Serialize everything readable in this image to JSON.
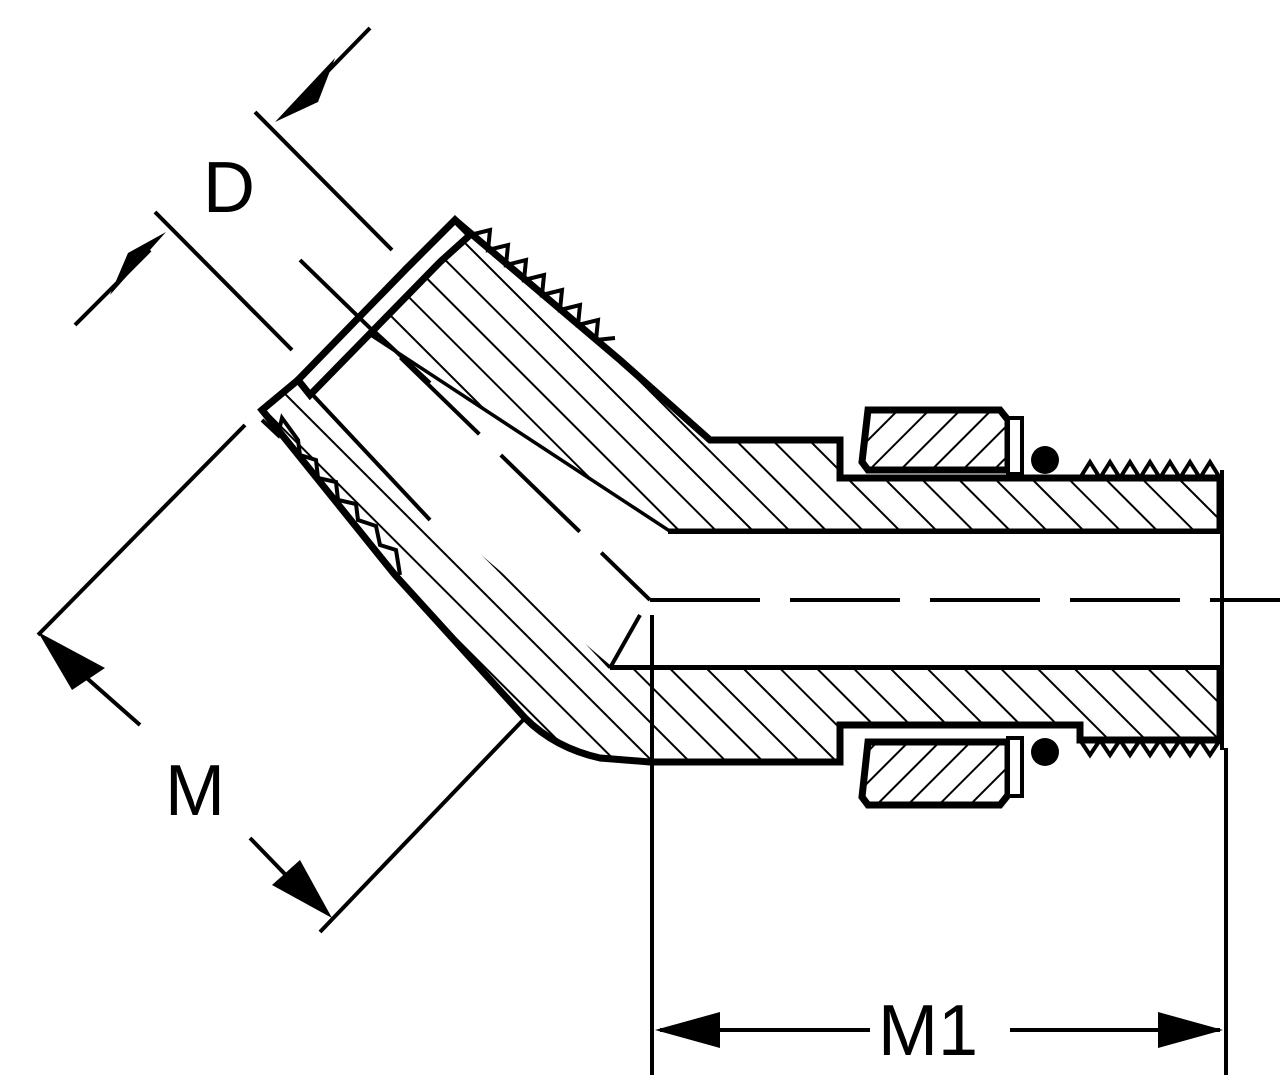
{
  "dimensions": {
    "d_label": "D",
    "m_label": "M",
    "m1_label": "M1"
  }
}
